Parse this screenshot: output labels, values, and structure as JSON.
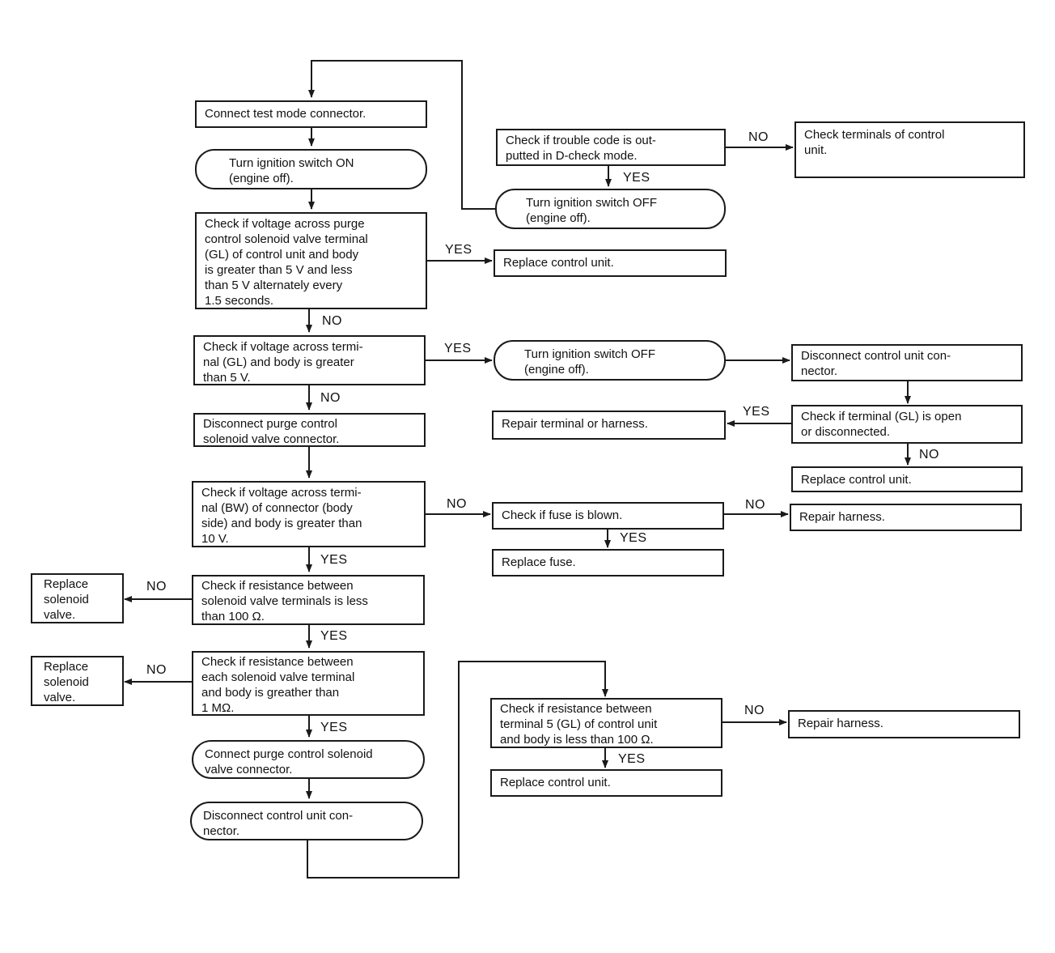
{
  "steps": {
    "s1": "Connect test mode connector.",
    "s2": "Turn ignition switch ON\n(engine off).",
    "s3": "Check if voltage across purge\ncontrol solenoid valve terminal\n(GL) of control unit and body\nis greater than 5 V and less\nthan 5 V alternately every\n1.5 seconds.",
    "s4": "Check if voltage across termi-\nnal (GL) and body is greater\nthan 5 V.",
    "s5": "Disconnect purge control\nsolenoid valve connector.",
    "s6": "Check if voltage across termi-\nnal (BW) of connector (body\nside) and body is greater than\n10 V.",
    "s7": "Check if resistance between\nsolenoid valve terminals is less\nthan 100 Ω.",
    "s8": "Check if resistance between\neach solenoid valve terminal\nand body is greather than\n1 MΩ.",
    "s9": "Connect purge control solenoid\nvalve connector.",
    "s10": "Disconnect control unit con-\nnector.",
    "t1": "Check if trouble code is out-\nputted in D-check mode.",
    "t2": "Check terminals of control\nunit.",
    "t3": "Turn ignition switch OFF\n(engine off).",
    "r1": "Replace control unit.",
    "u1": "Turn ignition switch OFF\n(engine off).",
    "u2": "Disconnect control unit con-\nnector.",
    "u3": "Check if terminal (GL) is open\nor disconnected.",
    "u4": "Repair terminal or harness.",
    "u5": "Replace control unit.",
    "f1": "Check if fuse is blown.",
    "f2": "Repair harness.",
    "f3": "Replace fuse.",
    "v1": "Replace\nsolenoid\nvalve.",
    "v2": "Replace\nsolenoid\nvalve.",
    "g1": "Check if resistance between\nterminal 5 (GL) of control unit\nand body is less than 100 Ω.",
    "g2": "Repair harness.",
    "g3": "Replace control unit."
  },
  "labels": {
    "yes": "YES",
    "no": "NO"
  },
  "colors": {
    "line": "#1a1a1a",
    "background": "#ffffff"
  }
}
